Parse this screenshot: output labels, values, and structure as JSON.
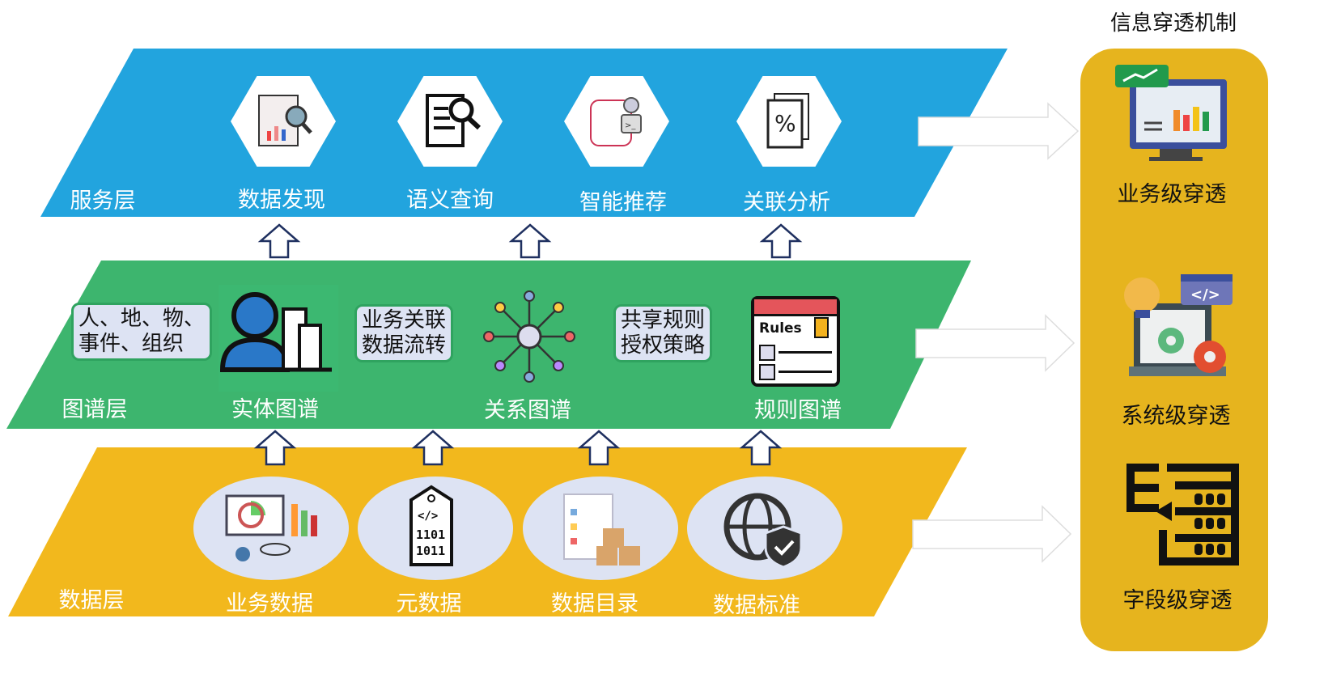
{
  "title": "信息穿透机制",
  "colors": {
    "service": "#22a4de",
    "graph": "#3db56e",
    "data": "#f2b81d",
    "panel": "#e6b41e",
    "arrow": "#1f3060"
  },
  "service_layer": {
    "label": "服务层",
    "items": [
      {
        "label": "数据发现",
        "icon": "report-search-icon"
      },
      {
        "label": "语义查询",
        "icon": "document-search-icon"
      },
      {
        "label": "智能推荐",
        "icon": "robot-icon"
      },
      {
        "label": "关联分析",
        "icon": "percent-document-icon"
      }
    ]
  },
  "graph_layer": {
    "label": "图谱层",
    "boxes": [
      {
        "line1": "人、地、物、",
        "line2": "事件、组织"
      },
      {
        "line1": "业务关联",
        "line2": "数据流转"
      },
      {
        "line1": "共享规则",
        "line2": "授权策略"
      }
    ],
    "items": [
      {
        "label": "实体图谱",
        "icon": "person-building-icon"
      },
      {
        "label": "关系图谱",
        "icon": "network-hub-icon"
      },
      {
        "label": "规则图谱",
        "icon": "rules-checklist-icon"
      }
    ],
    "rules_text": "Rules"
  },
  "data_layer": {
    "label": "数据层",
    "items": [
      {
        "label": "业务数据",
        "icon": "analytics-dashboard-icon"
      },
      {
        "label": "元数据",
        "icon": "binary-tag-icon",
        "code": "</>",
        "bits": "1101 1011"
      },
      {
        "label": "数据目录",
        "icon": "catalog-boxes-icon"
      },
      {
        "label": "数据标准",
        "icon": "globe-shield-icon"
      }
    ]
  },
  "mechanism": {
    "items": [
      {
        "label": "业务级穿透",
        "icon": "monitor-chart-icon"
      },
      {
        "label": "系统级穿透",
        "icon": "laptop-gear-code-icon",
        "code": "</>"
      },
      {
        "label": "字段级穿透",
        "icon": "field-table-icon"
      }
    ]
  }
}
